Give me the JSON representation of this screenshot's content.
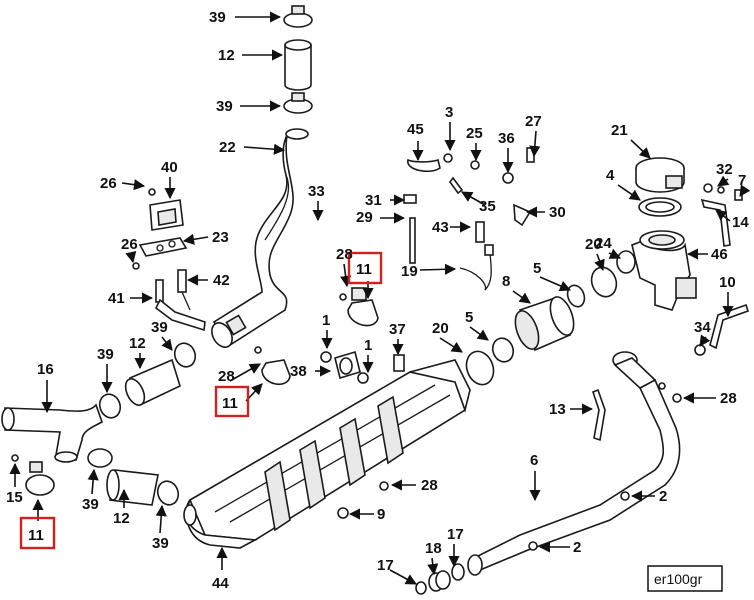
{
  "callouts": [
    {
      "n": "39"
    },
    {
      "n": "12"
    },
    {
      "n": "39"
    },
    {
      "n": "22"
    },
    {
      "n": "40"
    },
    {
      "n": "26"
    },
    {
      "n": "23"
    },
    {
      "n": "26"
    },
    {
      "n": "42"
    },
    {
      "n": "41"
    },
    {
      "n": "33"
    },
    {
      "n": "28"
    },
    {
      "n": "11"
    },
    {
      "n": "45"
    },
    {
      "n": "3"
    },
    {
      "n": "25"
    },
    {
      "n": "36"
    },
    {
      "n": "27"
    },
    {
      "n": "35"
    },
    {
      "n": "31"
    },
    {
      "n": "29"
    },
    {
      "n": "43"
    },
    {
      "n": "30"
    },
    {
      "n": "19"
    },
    {
      "n": "8"
    },
    {
      "n": "5"
    },
    {
      "n": "20"
    },
    {
      "n": "21"
    },
    {
      "n": "4"
    },
    {
      "n": "32"
    },
    {
      "n": "7"
    },
    {
      "n": "14"
    },
    {
      "n": "24"
    },
    {
      "n": "46"
    },
    {
      "n": "10"
    },
    {
      "n": "34"
    },
    {
      "n": "16"
    },
    {
      "n": "39"
    },
    {
      "n": "12"
    },
    {
      "n": "39"
    },
    {
      "n": "1"
    },
    {
      "n": "37"
    },
    {
      "n": "1"
    },
    {
      "n": "38"
    },
    {
      "n": "28"
    },
    {
      "n": "11"
    },
    {
      "n": "20"
    },
    {
      "n": "5"
    },
    {
      "n": "13"
    },
    {
      "n": "28"
    },
    {
      "n": "15"
    },
    {
      "n": "11"
    },
    {
      "n": "39"
    },
    {
      "n": "12"
    },
    {
      "n": "39"
    },
    {
      "n": "28"
    },
    {
      "n": "9"
    },
    {
      "n": "6"
    },
    {
      "n": "2"
    },
    {
      "n": "2"
    },
    {
      "n": "44"
    },
    {
      "n": "17"
    },
    {
      "n": "18"
    },
    {
      "n": "17"
    }
  ],
  "reference_code": "er100gr",
  "highlight_color": "#d21f1f"
}
